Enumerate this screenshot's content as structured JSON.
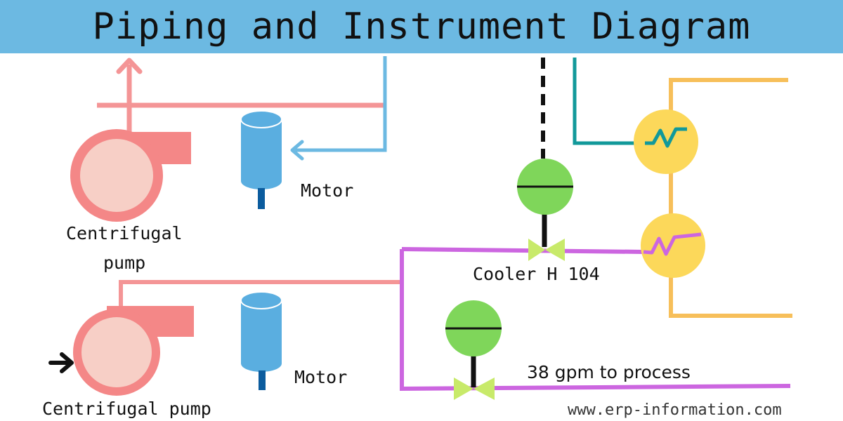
{
  "header": {
    "title": "Piping and Instrument Diagram"
  },
  "labels": {
    "pump_top": [
      "Centrifugal",
      "pump"
    ],
    "pump_bottom": "Centrifugal pump",
    "motor_top": "Motor",
    "motor_bottom": "Motor",
    "cooler": "Cooler H 104",
    "flow": "38 gpm to process",
    "website": "www.erp-information.com"
  },
  "colors": {
    "header": "#6cb9e2",
    "pump_pipe": "#f49596",
    "pump_body": "#f48787",
    "pump_inner": "#f7cfc6",
    "motor": "#5aaee0",
    "motor_shaft": "#0b5c9e",
    "motor_line": "#6cb9e2",
    "process_line": "#cc66e0",
    "valve_green": "#7fd65a",
    "valve_body": "#c8ea6a",
    "exchanger": "#fcd85a",
    "exchanger_line": "#f7bf5a",
    "teal_line": "#12999a"
  }
}
